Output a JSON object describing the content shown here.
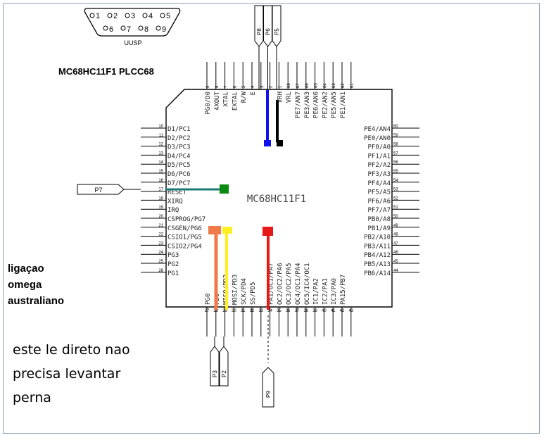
{
  "connector": {
    "name": "UUSP",
    "top_pins": [
      "1",
      "2",
      "3",
      "4",
      "5"
    ],
    "bottom_pins": [
      "6",
      "7",
      "8",
      "9"
    ]
  },
  "title": "MC68HC11F1 PLCC68",
  "chip": {
    "center_label": "MC68HC11F1",
    "left_pins": [
      {
        "num": "10",
        "label": "D1/PC1"
      },
      {
        "num": "11",
        "label": "D2/PC2"
      },
      {
        "num": "12",
        "label": "D3/PC3"
      },
      {
        "num": "13",
        "label": "D4/PC4"
      },
      {
        "num": "14",
        "label": "D5/PC5"
      },
      {
        "num": "15",
        "label": "D6/PC6"
      },
      {
        "num": "16",
        "label": "D7/PC7"
      },
      {
        "num": "17",
        "label": "RESET"
      },
      {
        "num": "18",
        "label": "XIRQ"
      },
      {
        "num": "19",
        "label": "IRQ"
      },
      {
        "num": "20",
        "label": "CSPROG/PG7"
      },
      {
        "num": "21",
        "label": "CSGEN/PG6"
      },
      {
        "num": "22",
        "label": "CSIO1/PG5"
      },
      {
        "num": "23",
        "label": "CSIO2/PG4"
      },
      {
        "num": "24",
        "label": "PG3"
      },
      {
        "num": "25",
        "label": "PG2"
      },
      {
        "num": "26",
        "label": "PG1"
      }
    ],
    "right_pins": [
      {
        "num": "60",
        "label": "PE4/AN4"
      },
      {
        "num": "59",
        "label": "PE0/AN0"
      },
      {
        "num": "58",
        "label": "PF0/A0"
      },
      {
        "num": "57",
        "label": "PF1/A1"
      },
      {
        "num": "56",
        "label": "PF2/A2"
      },
      {
        "num": "55",
        "label": "PF3/A3"
      },
      {
        "num": "54",
        "label": "PF4/A4"
      },
      {
        "num": "53",
        "label": "PF5/A5"
      },
      {
        "num": "52",
        "label": "PF6/A6"
      },
      {
        "num": "51",
        "label": "PF7/A7"
      },
      {
        "num": "50",
        "label": "PB0/A8"
      },
      {
        "num": "49",
        "label": "PB1/A9"
      },
      {
        "num": "48",
        "label": "PB2/A10"
      },
      {
        "num": "47",
        "label": "PB3/A11"
      },
      {
        "num": "46",
        "label": "PB4/A12"
      },
      {
        "num": "45",
        "label": "PB5/A13"
      },
      {
        "num": "44",
        "label": "PB6/A14"
      }
    ],
    "top_pins": [
      {
        "num": "9",
        "label": "PG0/D0"
      },
      {
        "num": "8",
        "label": "4XOUT"
      },
      {
        "num": "7",
        "label": "XTAL"
      },
      {
        "num": "6",
        "label": "EXTAL"
      },
      {
        "num": "5",
        "label": "R/W"
      },
      {
        "num": "4",
        "label": "E"
      },
      {
        "num": "3",
        "label": ""
      },
      {
        "num": "2",
        "label": ""
      },
      {
        "num": "1",
        "label": "VRH"
      },
      {
        "num": "68",
        "label": "VRL"
      },
      {
        "num": "67",
        "label": "PE7/AN7"
      },
      {
        "num": "66",
        "label": "PE3/AN3"
      },
      {
        "num": "65",
        "label": "PE6/AN6"
      },
      {
        "num": "64",
        "label": "PE2/AN2"
      },
      {
        "num": "63",
        "label": "PE5/AN5"
      },
      {
        "num": "62",
        "label": "PE1/AN1"
      },
      {
        "num": "61",
        "label": ""
      }
    ],
    "bottom_pins": [
      {
        "num": "27",
        "label": "PG0"
      },
      {
        "num": "28",
        "label": "PD0"
      },
      {
        "num": "29",
        "label": "MISO/PD2"
      },
      {
        "num": "30",
        "label": "MOSI/PD3"
      },
      {
        "num": "31",
        "label": "SCK/PD4"
      },
      {
        "num": "32",
        "label": "SS/PD5"
      },
      {
        "num": "33",
        "label": ""
      },
      {
        "num": "34",
        "label": "PA1/OC1/PA7"
      },
      {
        "num": "35",
        "label": "OC2/OC2/PA6"
      },
      {
        "num": "36",
        "label": "OC3/OC2/PA5"
      },
      {
        "num": "37",
        "label": "OC4/OC1/PA4"
      },
      {
        "num": "38",
        "label": "OC5/IC4/OC1"
      },
      {
        "num": "39",
        "label": "IC1/PA2"
      },
      {
        "num": "40",
        "label": "IC2/PA1"
      },
      {
        "num": "41",
        "label": "IC3/PA0"
      },
      {
        "num": "42",
        "label": "PA15/PB7"
      },
      {
        "num": "43",
        "label": ""
      }
    ]
  },
  "probes": {
    "top": [
      "P8",
      "P6",
      "P5"
    ],
    "left": "P7",
    "bottom": [
      "P3",
      "P2"
    ],
    "bottom_single": "P9"
  },
  "wire_colors": {
    "blue": "#1010ee",
    "black": "#000000",
    "teal": "#1a7a78",
    "green": "#0a8a10",
    "orange": "#f07a4a",
    "yellow": "#ffee22",
    "red": "#e81818"
  },
  "notes": {
    "line1": "ligaçao",
    "line2": "omega",
    "line3": "australiano"
  },
  "handwritten": {
    "line1": "este le direto nao",
    "line2": "precisa levantar",
    "line3": "perna"
  }
}
